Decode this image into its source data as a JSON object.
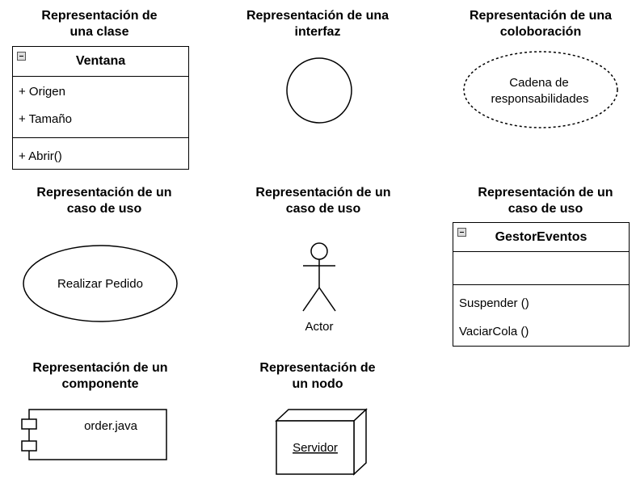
{
  "titles": {
    "class_repr": [
      "Representación de",
      "una clase"
    ],
    "interface_repr": [
      "Representación de una",
      "interfaz"
    ],
    "collaboration_repr": [
      "Representación de una",
      "coloboración"
    ],
    "use_case_ellipse_repr": [
      "Representación de un",
      "caso de uso"
    ],
    "use_case_actor_repr": [
      "Representación de un",
      "caso de uso"
    ],
    "use_case_class_repr": [
      "Representación de un",
      "caso de uso"
    ],
    "component_repr": [
      "Representación de un",
      "componente"
    ],
    "node_repr": [
      "Representación de",
      "un nodo"
    ]
  },
  "class_ventana": {
    "name": "Ventana",
    "attributes": [
      "+ Origen",
      "+ Tamaño"
    ],
    "methods": [
      "+ Abrir()"
    ]
  },
  "collaboration": {
    "lines": [
      "Cadena de",
      "responsabilidades"
    ]
  },
  "use_case": {
    "label": "Realizar Pedido"
  },
  "actor": {
    "label": "Actor"
  },
  "class_gestor": {
    "name": "GestorEventos",
    "methods": [
      "Suspender ()",
      "VaciarCola ()"
    ]
  },
  "component": {
    "label": "order.java"
  },
  "node": {
    "label": "Servidor"
  }
}
